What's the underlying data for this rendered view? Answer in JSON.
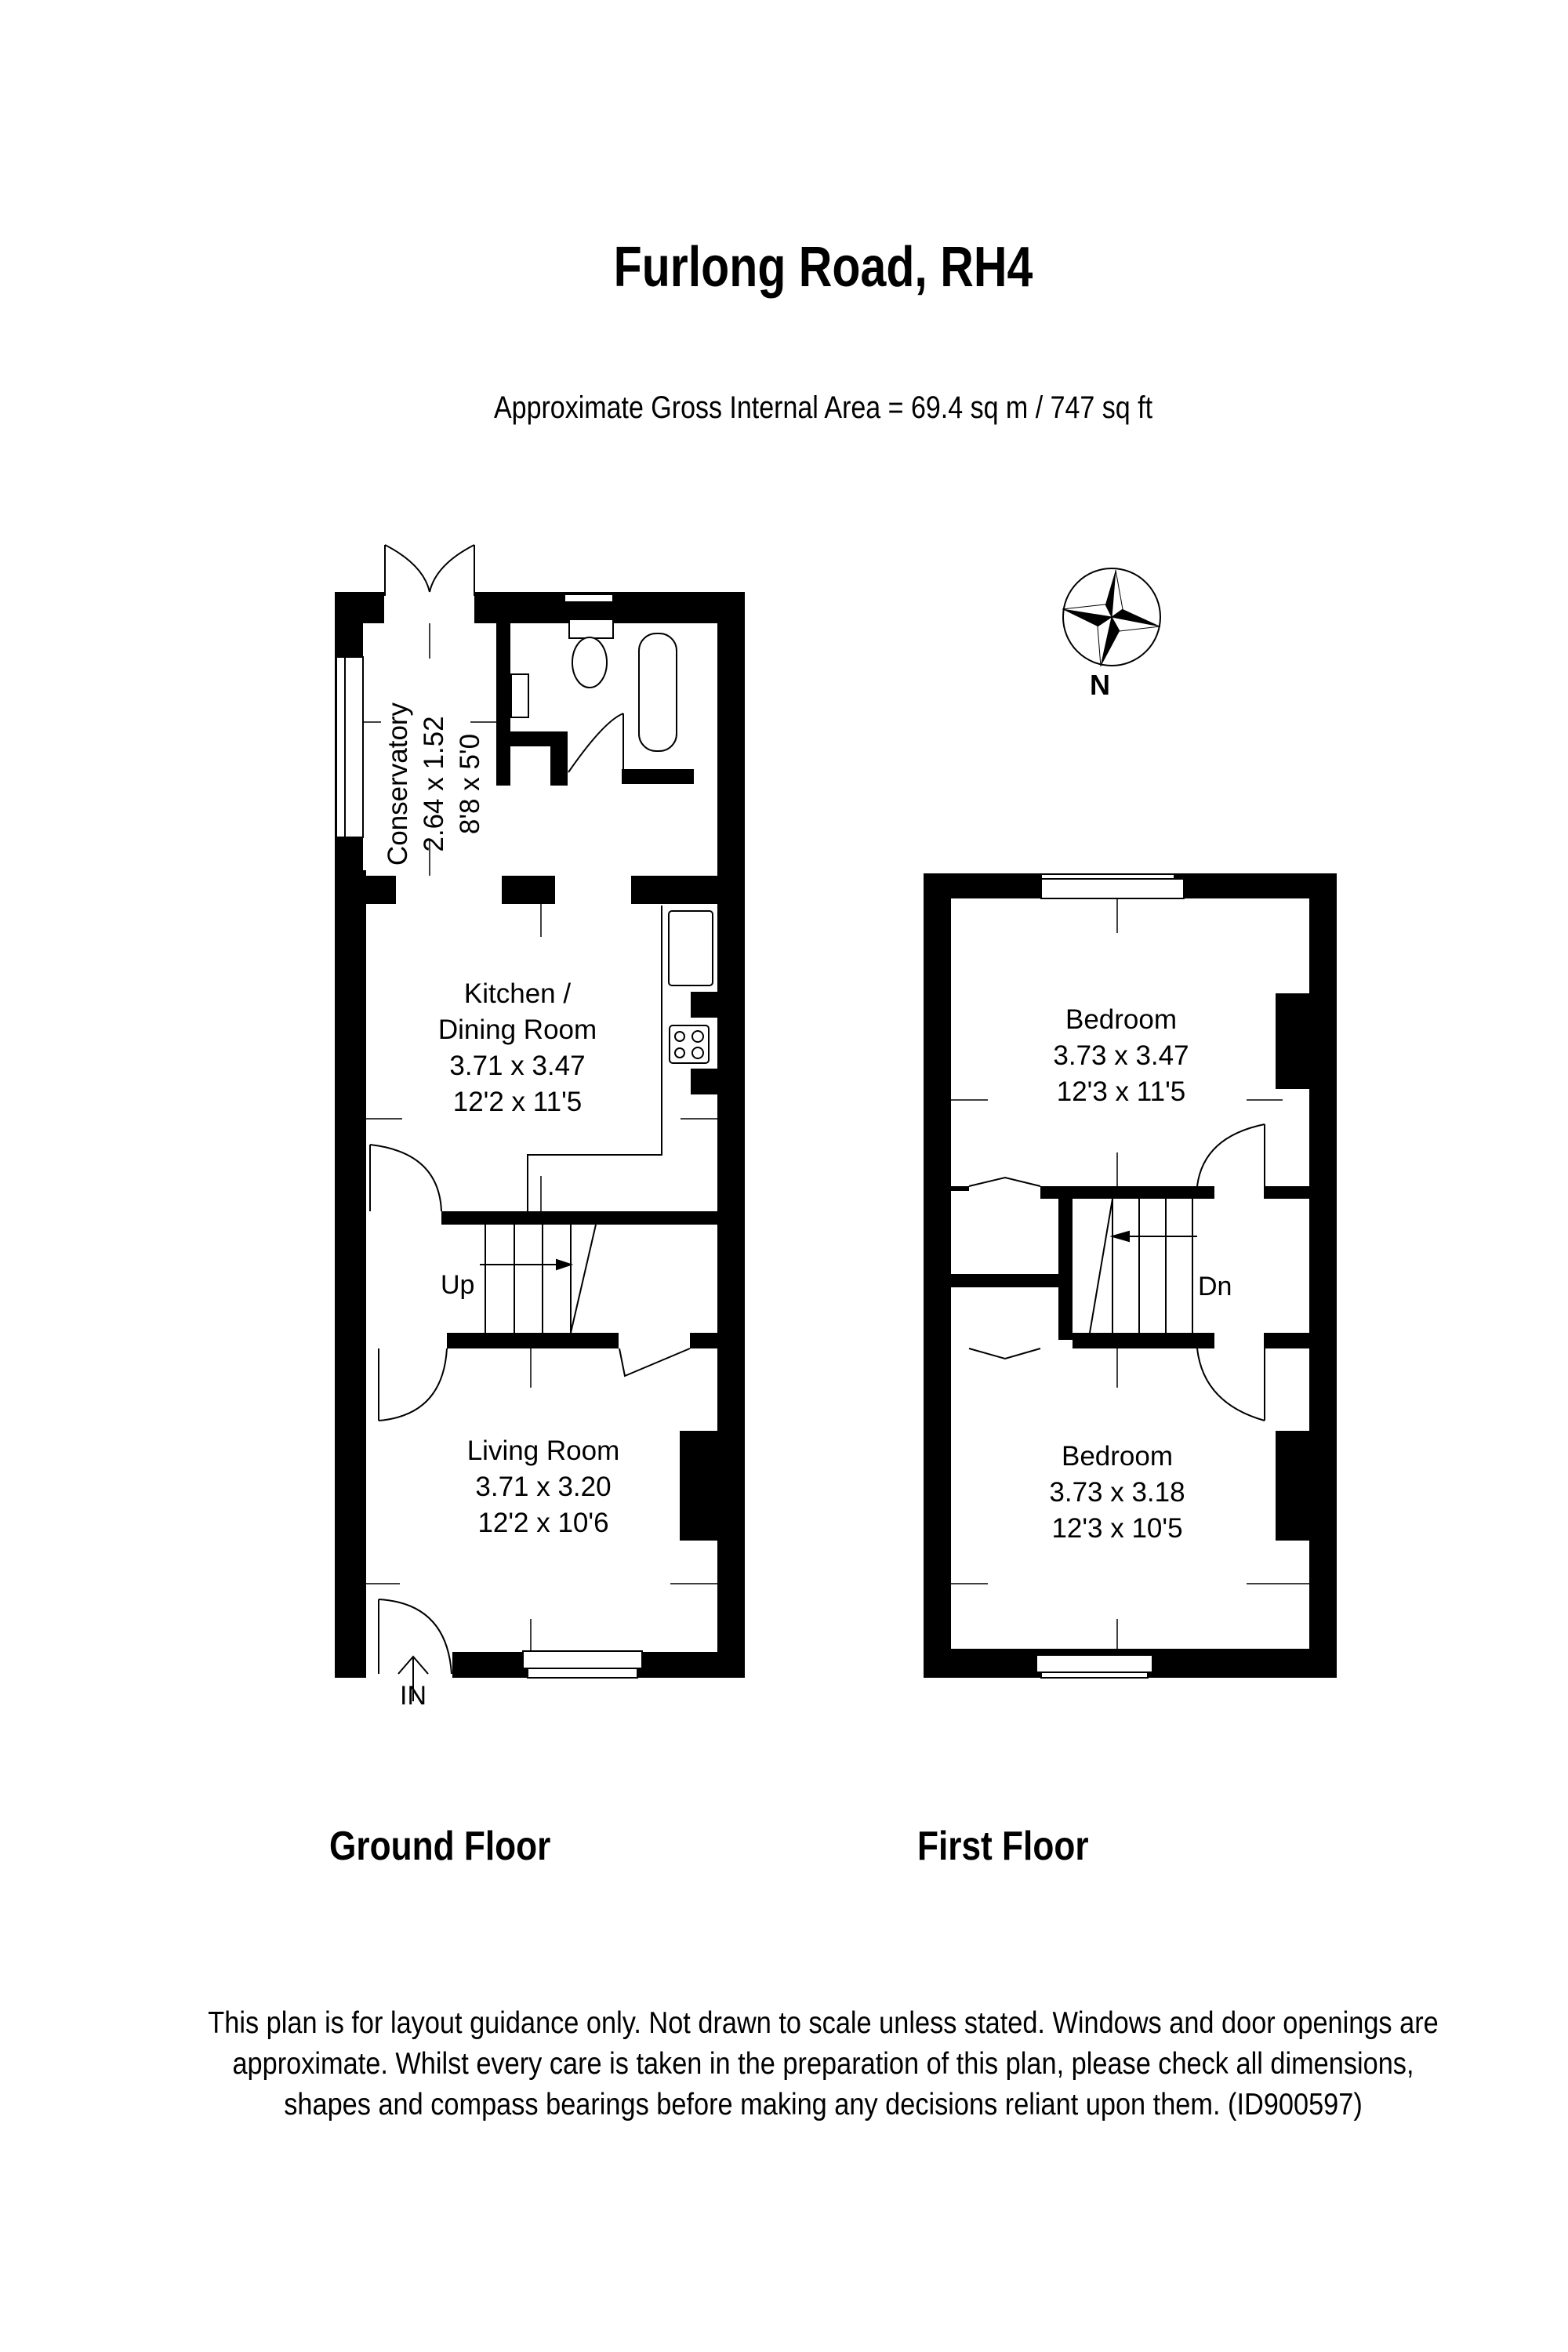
{
  "header": {
    "title": "Furlong Road, RH4",
    "area": "Approximate Gross Internal Area = 69.4 sq m / 747 sq ft"
  },
  "compass": {
    "label": "N",
    "icon": "compass-rose-icon"
  },
  "ground_floor": {
    "label": "Ground Floor",
    "rooms": [
      {
        "name": "Conservatory",
        "metric": "2.64 x 1.52",
        "imperial": "8'8 x 5'0"
      },
      {
        "name_line1": "Kitchen /",
        "name_line2": "Dining Room",
        "metric": "3.71 x 3.47",
        "imperial": "12'2 x 11'5"
      },
      {
        "name": "Living Room",
        "metric": "3.71 x 3.20",
        "imperial": "12'2 x 10'6"
      }
    ],
    "stairs_label": "Up",
    "entrance_label": "IN"
  },
  "first_floor": {
    "label": "First Floor",
    "rooms": [
      {
        "name": "Bedroom",
        "metric": "3.73 x 3.47",
        "imperial": "12'3 x 11'5"
      },
      {
        "name": "Bedroom",
        "metric": "3.73 x 3.18",
        "imperial": "12'3 x 10'5"
      }
    ],
    "stairs_label": "Dn"
  },
  "footer": {
    "line1": "This plan is for layout guidance only. Not drawn to scale unless stated. Windows and door openings are",
    "line2": "approximate. Whilst every care is taken in the preparation of this plan, please check all dimensions,",
    "line3": "shapes and compass bearings before making any decisions reliant upon them. (ID900597)"
  }
}
